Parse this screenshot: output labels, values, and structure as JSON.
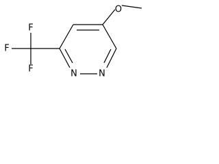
{
  "molecule": {
    "atoms": {
      "oxygen": "O",
      "nitrogen_1": "N",
      "nitrogen_2": "N",
      "fluorine_top": "F",
      "fluorine_left": "F",
      "fluorine_bottom": "F"
    },
    "colors": {
      "bond": "#000000",
      "label": "#000000",
      "background": "#ffffff"
    }
  }
}
